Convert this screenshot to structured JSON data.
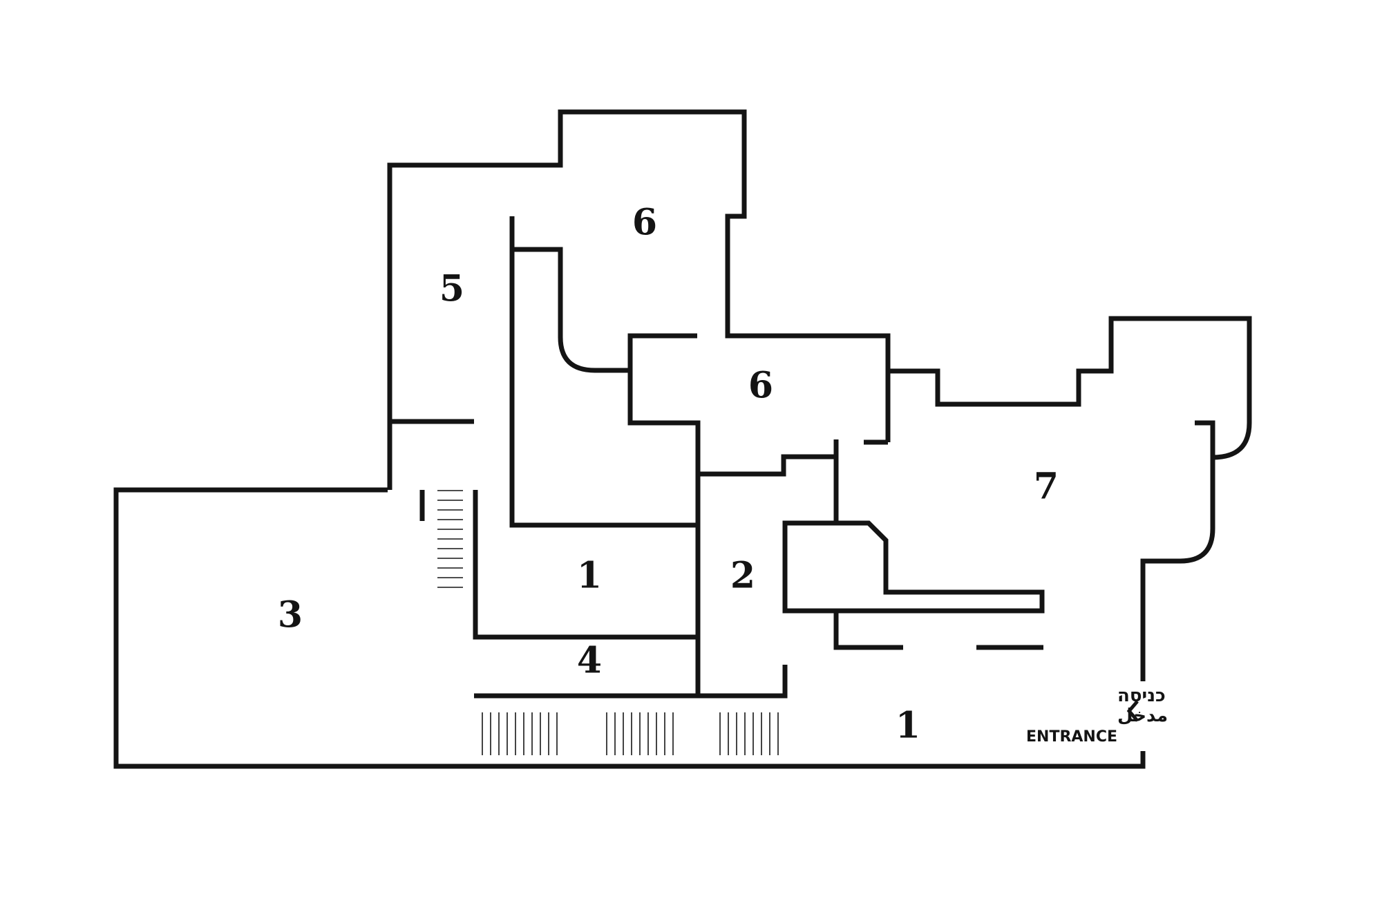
{
  "floorplan": {
    "colors": {
      "background": "#ffffff",
      "line": "#141414"
    },
    "rooms": [
      {
        "id": "1-north",
        "label": "1"
      },
      {
        "id": "1-south",
        "label": "1"
      },
      {
        "id": "2",
        "label": "2"
      },
      {
        "id": "3",
        "label": "3"
      },
      {
        "id": "4",
        "label": "4"
      },
      {
        "id": "5",
        "label": "5"
      },
      {
        "id": "6-north",
        "label": "6"
      },
      {
        "id": "6-center",
        "label": "6"
      },
      {
        "id": "7",
        "label": "7"
      }
    ],
    "entrance": {
      "hebrew": "כניסה",
      "arabic": "مدخل",
      "english": "ENTRANCE",
      "icon": "chevron-left-icon"
    }
  }
}
